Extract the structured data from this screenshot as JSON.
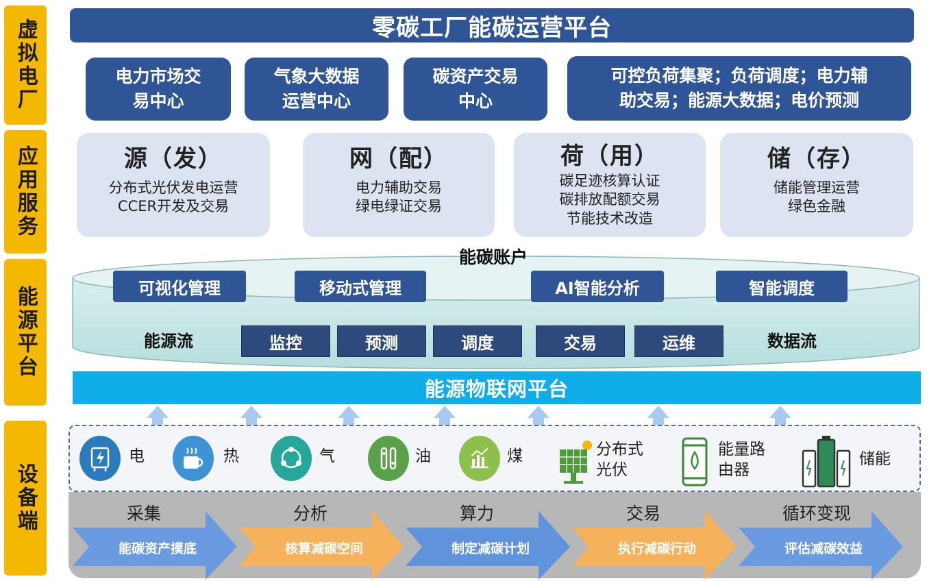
{
  "side_labels": [
    "虚拟电厂",
    "应用服务",
    "能源平台",
    "设备端"
  ],
  "title": "零碳工厂能碳运营平台",
  "vpp_boxes": [
    {
      "line1": "电力市场交",
      "line2": "易中心"
    },
    {
      "line1": "气象大数据",
      "line2": "运营中心"
    },
    {
      "line1": "碳资产交易",
      "line2": "中心"
    },
    {
      "line1": "可控负荷集聚；负荷调度；电力辅",
      "line2": "助交易；能源大数据；电价预测"
    }
  ],
  "services": [
    {
      "heading": "源（发）",
      "lines": [
        "分布式光伏发电运营",
        "CCER开发及交易"
      ]
    },
    {
      "heading": "网（配）",
      "lines": [
        "电力辅助交易",
        "绿电绿证交易"
      ]
    },
    {
      "heading": "荷（用）",
      "lines": [
        "碳足迹核算认证",
        "碳排放配额交易",
        "节能技术改造"
      ]
    },
    {
      "heading": "储（存）",
      "lines": [
        "储能管理运营",
        "绿色金融"
      ]
    }
  ],
  "platform": {
    "account_title": "能碳账户",
    "management": [
      "可视化管理",
      "移动式管理",
      "AI智能分析",
      "智能调度"
    ],
    "energy_flow": "能源流",
    "data_flow": "数据流",
    "functions": [
      "监控",
      "预测",
      "调度",
      "交易",
      "运维"
    ],
    "iot_title": "能源物联网平台"
  },
  "devices": [
    {
      "icon": "electricity-icon",
      "label1": "电",
      "label2": "",
      "color": "#2b7bbd"
    },
    {
      "icon": "heat-cup-icon",
      "label1": "热",
      "label2": "",
      "color": "#3e93d6"
    },
    {
      "icon": "gas-cycle-icon",
      "label1": "气",
      "label2": "",
      "color": "#25a89a"
    },
    {
      "icon": "oil-icon",
      "label1": "油",
      "label2": "",
      "color": "#5aa24a"
    },
    {
      "icon": "coal-chart-icon",
      "label1": "煤",
      "label2": "",
      "color": "#8cc04a"
    },
    {
      "icon": "solar-panel-icon",
      "label1": "分布式",
      "label2": "光伏",
      "color": "#4f9a3a"
    },
    {
      "icon": "energy-router-icon",
      "label1": "能量路",
      "label2": "由器",
      "color": "#3a8a3a"
    },
    {
      "icon": "battery-storage-icon",
      "label1": "储能",
      "label2": "",
      "color": "#2e8b57"
    }
  ],
  "stages": [
    {
      "label": "采集",
      "arrow": "能碳资产摸底",
      "color": "#6a9be0"
    },
    {
      "label": "分析",
      "arrow": "核算减碳空间",
      "color": "#f6b25b"
    },
    {
      "label": "算力",
      "arrow": "制定减碳计划",
      "color": "#5f93dc"
    },
    {
      "label": "交易",
      "arrow": "执行减碳行动",
      "color": "#f6b25b"
    },
    {
      "label": "循环变现",
      "arrow": "评估减碳效益",
      "color": "#6a9be0"
    }
  ]
}
